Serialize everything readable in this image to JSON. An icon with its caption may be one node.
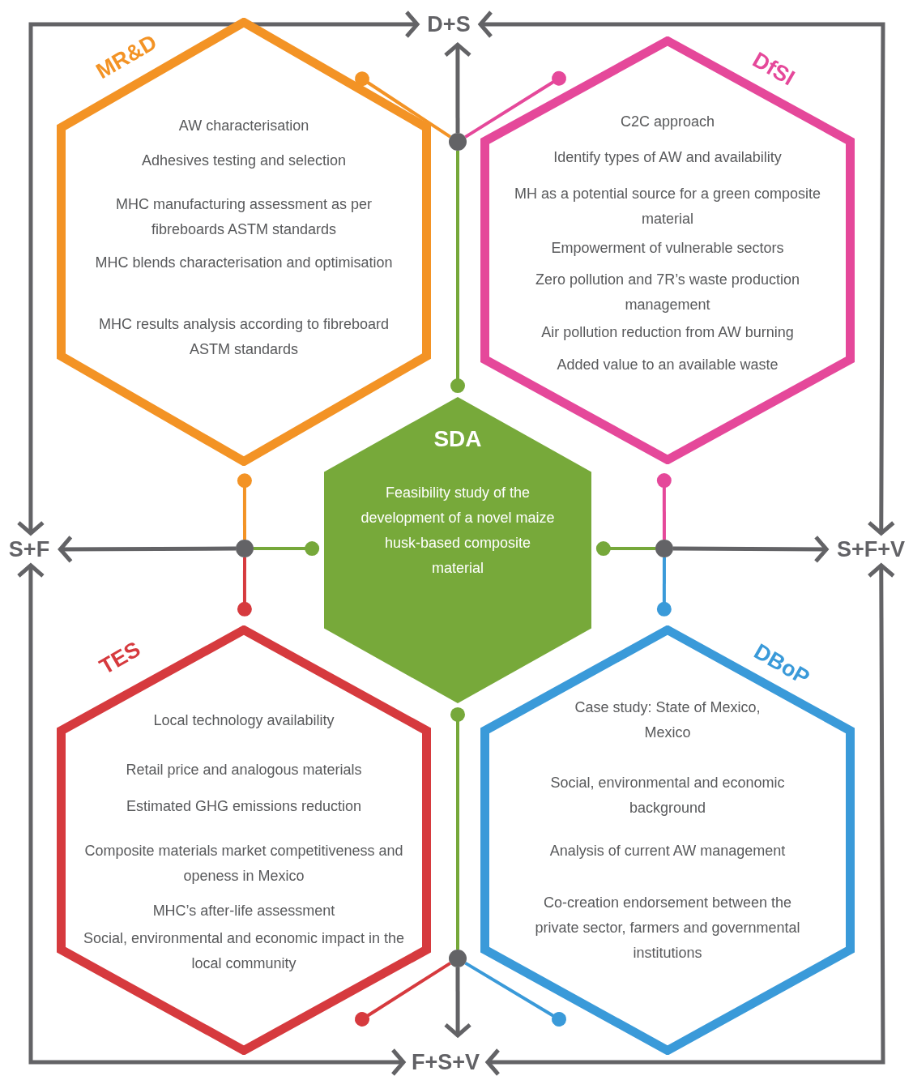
{
  "diagram": {
    "nodes": [
      {
        "text": [
          "D+S"
        ]
      },
      {
        "text": [],
        "shape": "circle"
      },
      {
        "text": [
          "MR&D",
          "AW characterisation",
          "Adhesives testing and selection",
          "MHC manufacturing assessment as per fibreboards ASTM standards",
          "MHC blends characterisation and optimisation",
          "MHC results analysis according to fibreboard ASTM standards"
        ]
      },
      {
        "text": [
          "DfSI",
          "C2C approach",
          "Identify types of AW and availability",
          "MH as a potential source for a green composite material",
          "Empowerment of vulnerable sectors",
          "Zero pollution and 7R’s waste production management",
          "Air pollution reduction from AW burning",
          "Added value to an available waste"
        ]
      },
      {
        "text": [
          "S+F"
        ]
      },
      {
        "text": [],
        "shape": "circle"
      },
      {
        "text": [
          "SDA",
          "Feasibility study of the development of a novel maize husk-based composite material"
        ]
      },
      {
        "text": [],
        "shape": "circle"
      },
      {
        "text": [
          "S+F+V"
        ]
      },
      {
        "text": [
          "TES",
          "Local technology availability",
          "Retail price and analogous materials",
          "Estimated GHG emissions reduction",
          "Composite materials market competitiveness and openess in Mexico",
          "MHC’s after-life assessment",
          "Social, environmental and economic impact in the local community"
        ]
      },
      {
        "text": [
          "DBoP",
          "Case study: State of Mexico, Mexico",
          "Social, environmental and economic background",
          "Analysis of current AW management",
          "Co-creation endorsement between the private sector, farmers and governmental institutions"
        ]
      },
      {
        "text": [],
        "shape": "circle"
      },
      {
        "text": [
          "F+S+V"
        ]
      }
    ],
    "edges": [
      {
        "from": 4,
        "to": 0,
        "arrow": "both"
      },
      {
        "from": 0,
        "to": 8,
        "arrow": "both"
      },
      {
        "from": 4,
        "to": 12,
        "arrow": "both"
      },
      {
        "from": 12,
        "to": 8,
        "arrow": "both"
      },
      {
        "from": 1,
        "to": 0,
        "arrow": "to"
      },
      {
        "from": 1,
        "to": 2,
        "arrow": "other",
        "color": "#f39325"
      },
      {
        "from": 1,
        "to": 3,
        "arrow": "other",
        "color": "#e5489a"
      },
      {
        "from": 1,
        "to": 6,
        "arrow": "other",
        "color": "#76a83a"
      },
      {
        "from": 5,
        "to": 4,
        "arrow": "to"
      },
      {
        "from": 5,
        "to": 2,
        "arrow": "other",
        "color": "#f39325"
      },
      {
        "from": 5,
        "to": 6,
        "arrow": "other",
        "color": "#76a83a"
      },
      {
        "from": 5,
        "to": 9,
        "arrow": "other",
        "color": "#d63a3e"
      },
      {
        "from": 7,
        "to": 3,
        "arrow": "other",
        "color": "#e5489a"
      },
      {
        "from": 7,
        "to": 6,
        "arrow": "other",
        "color": "#76a83a"
      },
      {
        "from": 7,
        "to": 8,
        "arrow": "to"
      },
      {
        "from": 7,
        "to": 10,
        "arrow": "other",
        "color": "#3a9ad9"
      },
      {
        "from": 11,
        "to": 6,
        "arrow": "other",
        "color": "#76a83a"
      },
      {
        "from": 11,
        "to": 9,
        "arrow": "other",
        "color": "#d63a3e"
      },
      {
        "from": 11,
        "to": 10,
        "arrow": "other",
        "color": "#3a9ad9"
      },
      {
        "from": 11,
        "to": 12,
        "arrow": "to"
      }
    ]
  }
}
